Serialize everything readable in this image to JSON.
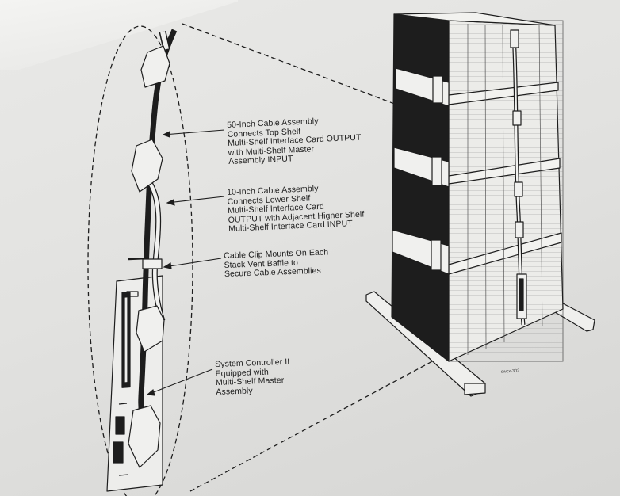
{
  "callouts": {
    "cable_50": [
      "50-Inch Cable Assembly",
      "Connects Top Shelf",
      "Multi-Shelf Interface Card OUTPUT",
      "with Multi-Shelf Master",
      "Assembly INPUT"
    ],
    "cable_10": [
      "10-Inch Cable Assembly",
      "Connects Lower Shelf",
      "Multi-Shelf Interface Card",
      "OUTPUT with Adjacent Higher Shelf",
      "Multi-Shelf Interface Card INPUT"
    ],
    "cable_clip": [
      "Cable Clip Mounts On Each",
      "Stack Vent Baffle to",
      "Secure Cable Assemblies"
    ],
    "system_controller": [
      "System Controller II",
      "Equipped with",
      "Multi-Shelf Master",
      "Assembly"
    ]
  },
  "figure_code": "swcx-302",
  "colors": {
    "ink": "#1d1d1d",
    "paper": "#e4e4e2"
  }
}
